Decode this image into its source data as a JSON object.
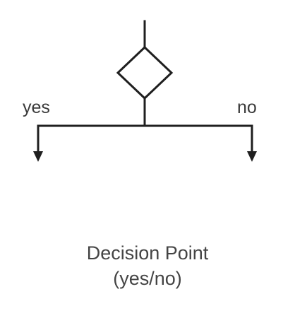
{
  "diagram": {
    "type": "flowchart-decision",
    "stroke_color": "#1f1f1f",
    "branches": {
      "left_label": "yes",
      "right_label": "no"
    },
    "caption": {
      "line1": "Decision Point",
      "line2": "(yes/no)"
    }
  }
}
